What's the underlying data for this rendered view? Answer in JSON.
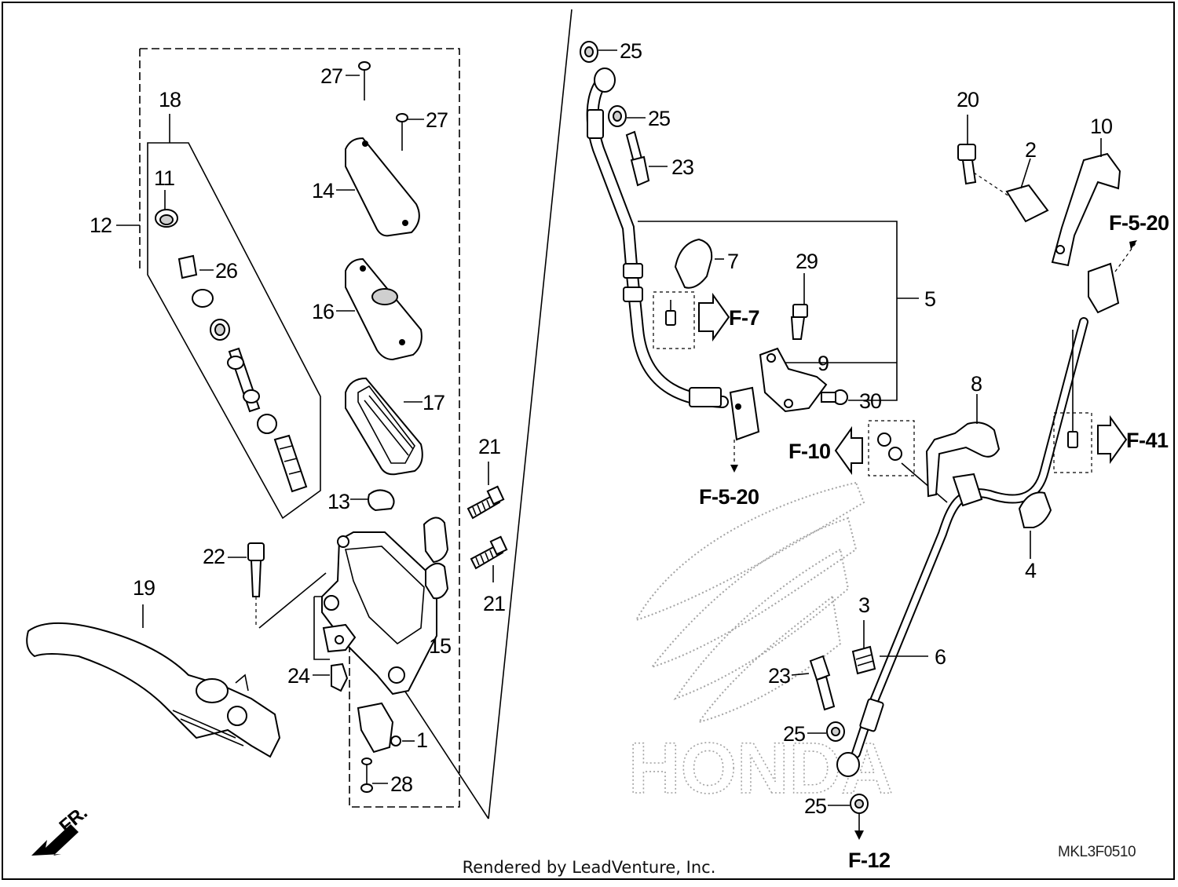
{
  "diagram": {
    "callouts": [
      {
        "id": "c1",
        "text": "1"
      },
      {
        "id": "c2",
        "text": "2"
      },
      {
        "id": "c3",
        "text": "3"
      },
      {
        "id": "c4",
        "text": "4"
      },
      {
        "id": "c5",
        "text": "5"
      },
      {
        "id": "c6",
        "text": "6"
      },
      {
        "id": "c7",
        "text": "7"
      },
      {
        "id": "c8",
        "text": "8"
      },
      {
        "id": "c9",
        "text": "9"
      },
      {
        "id": "c10",
        "text": "10"
      },
      {
        "id": "c11",
        "text": "11"
      },
      {
        "id": "c12",
        "text": "12"
      },
      {
        "id": "c13",
        "text": "13"
      },
      {
        "id": "c14",
        "text": "14"
      },
      {
        "id": "c15",
        "text": "15"
      },
      {
        "id": "c16",
        "text": "16"
      },
      {
        "id": "c17",
        "text": "17"
      },
      {
        "id": "c18",
        "text": "18"
      },
      {
        "id": "c19",
        "text": "19"
      },
      {
        "id": "c20",
        "text": "20"
      },
      {
        "id": "c21a",
        "text": "21"
      },
      {
        "id": "c21b",
        "text": "21"
      },
      {
        "id": "c22",
        "text": "22"
      },
      {
        "id": "c23a",
        "text": "23"
      },
      {
        "id": "c23b",
        "text": "23"
      },
      {
        "id": "c24",
        "text": "24"
      },
      {
        "id": "c25a",
        "text": "25"
      },
      {
        "id": "c25b",
        "text": "25"
      },
      {
        "id": "c25c",
        "text": "25"
      },
      {
        "id": "c25d",
        "text": "25"
      },
      {
        "id": "c26",
        "text": "26"
      },
      {
        "id": "c27a",
        "text": "27"
      },
      {
        "id": "c27b",
        "text": "27"
      },
      {
        "id": "c28",
        "text": "28"
      },
      {
        "id": "c29",
        "text": "29"
      },
      {
        "id": "c30",
        "text": "30"
      }
    ],
    "references": [
      {
        "id": "r_f7",
        "text": "F-7"
      },
      {
        "id": "r_f520a",
        "text": "F-5-20"
      },
      {
        "id": "r_f520b",
        "text": "F-5-20"
      },
      {
        "id": "r_f10",
        "text": "F-10"
      },
      {
        "id": "r_f41",
        "text": "F-41"
      },
      {
        "id": "r_f12",
        "text": "F-12"
      }
    ],
    "front_marker": "FR.",
    "watermark": "HONDA",
    "diagram_code": "MKL3F0510"
  },
  "footer": "Rendered by LeadVenture, Inc."
}
